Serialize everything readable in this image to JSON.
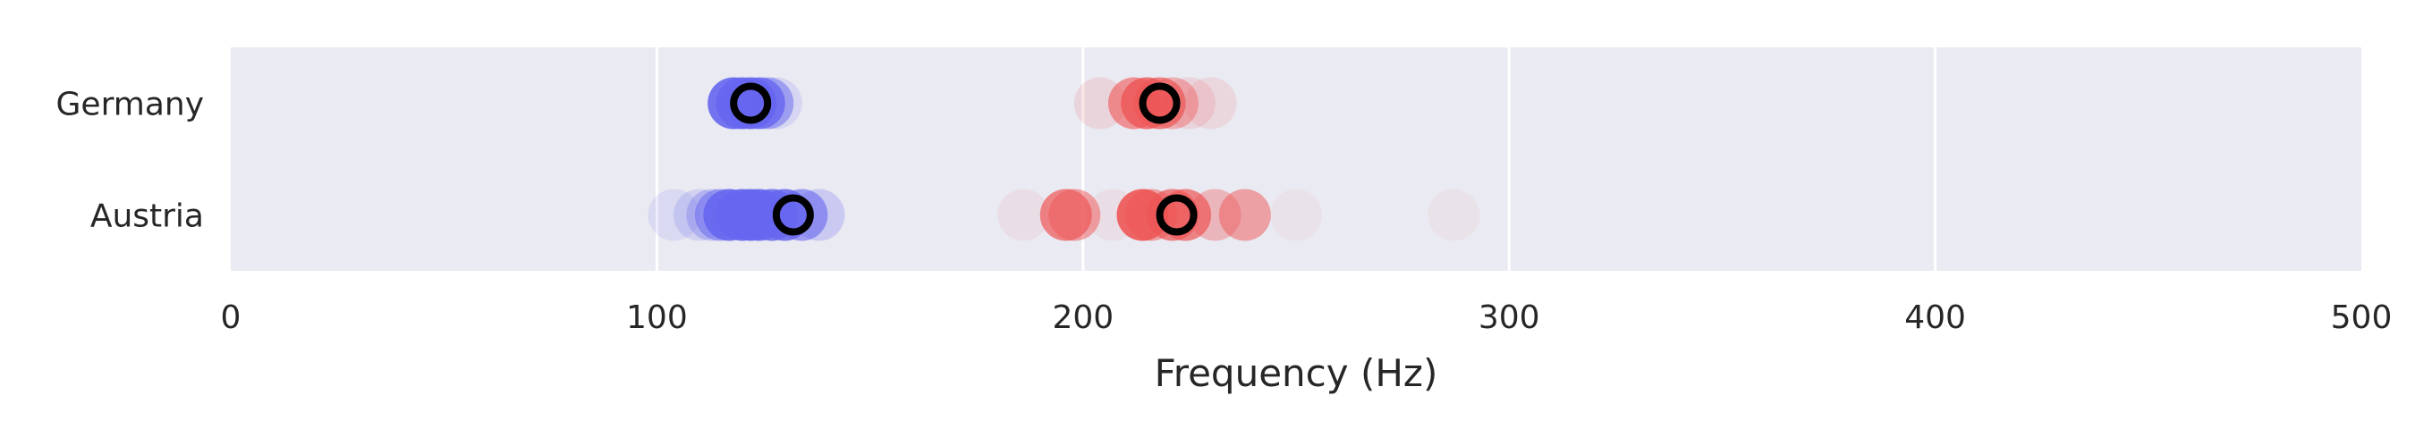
{
  "chart_data": {
    "type": "scatter",
    "title": "",
    "xlabel": "Frequency (Hz)",
    "ylabel": "",
    "xlim": [
      0,
      500
    ],
    "xticks": [
      0,
      100,
      200,
      300,
      400,
      500
    ],
    "xtick_labels": [
      "0",
      "100",
      "200",
      "300",
      "400",
      "500"
    ],
    "grid": true,
    "background": "#eaeaf2",
    "categories": [
      "Germany",
      "Austria"
    ],
    "series": [
      {
        "group": "lower",
        "color": "#6666f0",
        "points": [
          {
            "category": "Germany",
            "x": 118,
            "alpha": 0.9
          },
          {
            "category": "Germany",
            "x": 120,
            "alpha": 0.9
          },
          {
            "category": "Germany",
            "x": 122,
            "alpha": 0.9
          },
          {
            "category": "Germany",
            "x": 124,
            "alpha": 0.8
          },
          {
            "category": "Germany",
            "x": 126,
            "alpha": 0.5
          },
          {
            "category": "Germany",
            "x": 128,
            "alpha": 0.15
          },
          {
            "category": "Austria",
            "x": 104,
            "alpha": 0.12
          },
          {
            "category": "Austria",
            "x": 110,
            "alpha": 0.18
          },
          {
            "category": "Austria",
            "x": 113,
            "alpha": 0.3
          },
          {
            "category": "Austria",
            "x": 115,
            "alpha": 0.5
          },
          {
            "category": "Austria",
            "x": 117,
            "alpha": 0.9
          },
          {
            "category": "Austria",
            "x": 120,
            "alpha": 0.9
          },
          {
            "category": "Austria",
            "x": 122,
            "alpha": 0.9
          },
          {
            "category": "Austria",
            "x": 124,
            "alpha": 0.9
          },
          {
            "category": "Austria",
            "x": 127,
            "alpha": 0.85
          },
          {
            "category": "Austria",
            "x": 130,
            "alpha": 0.85
          },
          {
            "category": "Austria",
            "x": 134,
            "alpha": 0.6
          },
          {
            "category": "Austria",
            "x": 138,
            "alpha": 0.25
          }
        ],
        "means": [
          {
            "category": "Germany",
            "x": 122
          },
          {
            "category": "Austria",
            "x": 132
          }
        ]
      },
      {
        "group": "upper",
        "color": "#ee5555",
        "points": [
          {
            "category": "Germany",
            "x": 204,
            "alpha": 0.15
          },
          {
            "category": "Germany",
            "x": 212,
            "alpha": 0.6
          },
          {
            "category": "Germany",
            "x": 215,
            "alpha": 0.8
          },
          {
            "category": "Germany",
            "x": 218,
            "alpha": 0.7
          },
          {
            "category": "Germany",
            "x": 221,
            "alpha": 0.4
          },
          {
            "category": "Germany",
            "x": 225,
            "alpha": 0.15
          },
          {
            "category": "Germany",
            "x": 230,
            "alpha": 0.12
          },
          {
            "category": "Austria",
            "x": 186,
            "alpha": 0.08
          },
          {
            "category": "Austria",
            "x": 196,
            "alpha": 0.7
          },
          {
            "category": "Austria",
            "x": 198,
            "alpha": 0.5
          },
          {
            "category": "Austria",
            "x": 207,
            "alpha": 0.08
          },
          {
            "category": "Austria",
            "x": 214,
            "alpha": 0.9
          },
          {
            "category": "Austria",
            "x": 216,
            "alpha": 0.5
          },
          {
            "category": "Austria",
            "x": 221,
            "alpha": 0.7
          },
          {
            "category": "Austria",
            "x": 224,
            "alpha": 0.7
          },
          {
            "category": "Austria",
            "x": 231,
            "alpha": 0.35
          },
          {
            "category": "Austria",
            "x": 238,
            "alpha": 0.5
          },
          {
            "category": "Austria",
            "x": 250,
            "alpha": 0.05
          },
          {
            "category": "Austria",
            "x": 287,
            "alpha": 0.05
          }
        ],
        "means": [
          {
            "category": "Germany",
            "x": 218
          },
          {
            "category": "Austria",
            "x": 222
          }
        ]
      }
    ]
  }
}
